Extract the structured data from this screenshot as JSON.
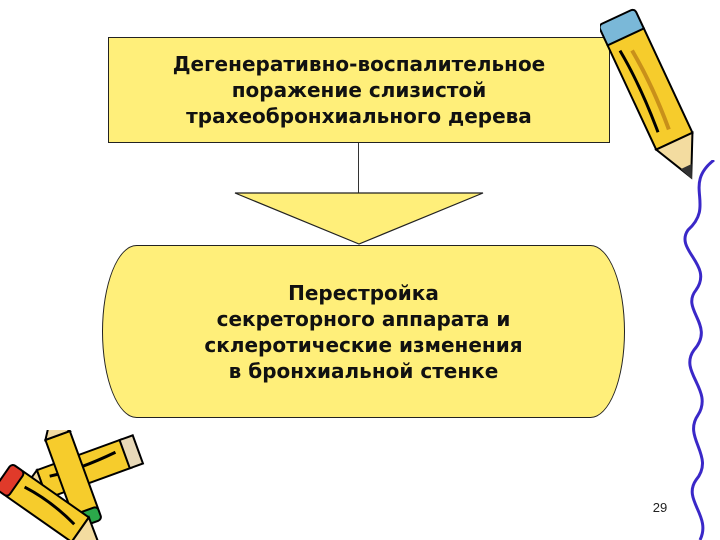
{
  "diagram": {
    "top_box": {
      "text": "Дегенеративно-воспалительное\nпоражение слизистой\nтрахеобронхиального дерева"
    },
    "bottom_box": {
      "text": "Перестройка\nсекреторного аппарата и\nсклеротические изменения\nв бронхиальной стенке"
    }
  },
  "slide": {
    "page_number": "29"
  },
  "decorations": {
    "top_right": "pencil-icon",
    "bottom_left": "pencils-icon",
    "right_edge": "wavy-line"
  },
  "colors": {
    "box_fill": "#ffef7a",
    "pencil_body": "#f6cc2c",
    "wavy_line": "#3a28c8"
  }
}
